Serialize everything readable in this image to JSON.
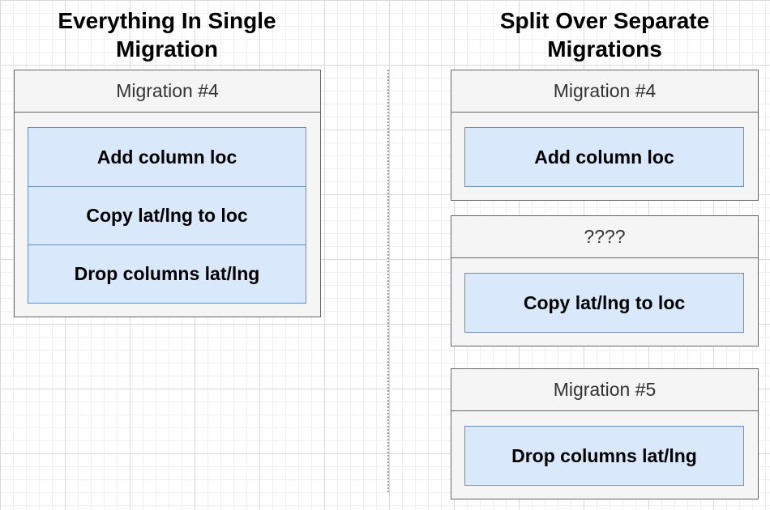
{
  "left_panel": {
    "heading": "Everything In Single\nMigration",
    "migration": {
      "title": "Migration #4",
      "steps": [
        "Add column loc",
        "Copy lat/lng to loc",
        "Drop columns lat/lng"
      ]
    }
  },
  "right_panel": {
    "heading": "Split Over Separate\nMigrations",
    "migrations": [
      {
        "title": "Migration #4",
        "step": "Add column loc"
      },
      {
        "title": "????",
        "step": "Copy lat/lng to loc"
      },
      {
        "title": "Migration #5",
        "step": "Drop columns lat/lng"
      }
    ]
  },
  "colors": {
    "step_fill": "#dae8fc",
    "step_border": "#6c8ebf",
    "container_fill": "#f5f5f5",
    "container_border": "#666666",
    "header_text": "#333333"
  }
}
